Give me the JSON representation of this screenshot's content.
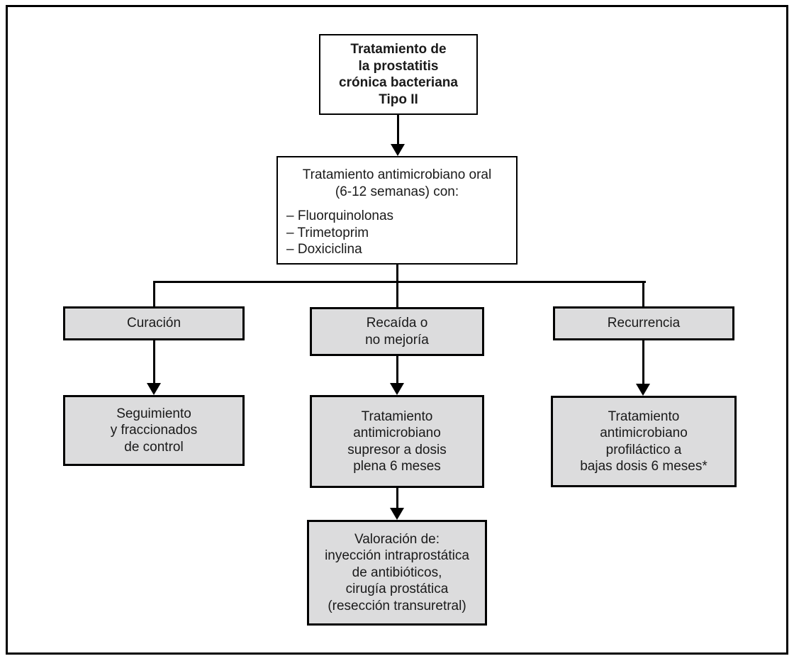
{
  "diagram": {
    "title_box": {
      "lines": [
        "Tratamiento de",
        "la prostatitis",
        "crónica bacteriana",
        "Tipo II"
      ]
    },
    "oral_box": {
      "heading": [
        "Tratamiento antimicrobiano oral",
        "(6-12 semanas) con:"
      ],
      "items": [
        "– Fluorquinolonas",
        "– Trimetoprim",
        "– Doxiciclina"
      ]
    },
    "curacion_box": {
      "label": "Curación"
    },
    "recaida_box": {
      "lines": [
        "Recaída o",
        "no mejoría"
      ]
    },
    "recurrencia_box": {
      "label": "Recurrencia"
    },
    "seguimiento_box": {
      "lines": [
        "Seguimiento",
        "y fraccionados",
        "de control"
      ]
    },
    "supresor_box": {
      "lines": [
        "Tratamiento",
        "antimicrobiano",
        "supresor a dosis",
        "plena 6 meses"
      ]
    },
    "profilactico_box": {
      "lines": [
        "Tratamiento",
        "antimicrobiano",
        "profiláctico a",
        "bajas dosis 6 meses*"
      ]
    },
    "valoracion_box": {
      "lines": [
        "Valoración de:",
        "inyección intraprostática",
        "de antibióticos,",
        "cirugía prostática",
        "(resección transuretral)"
      ]
    },
    "colors": {
      "gray_fill": "#dcdcdd",
      "white_fill": "#ffffff",
      "line": "#000000",
      "text": "#1a1a1a"
    }
  }
}
